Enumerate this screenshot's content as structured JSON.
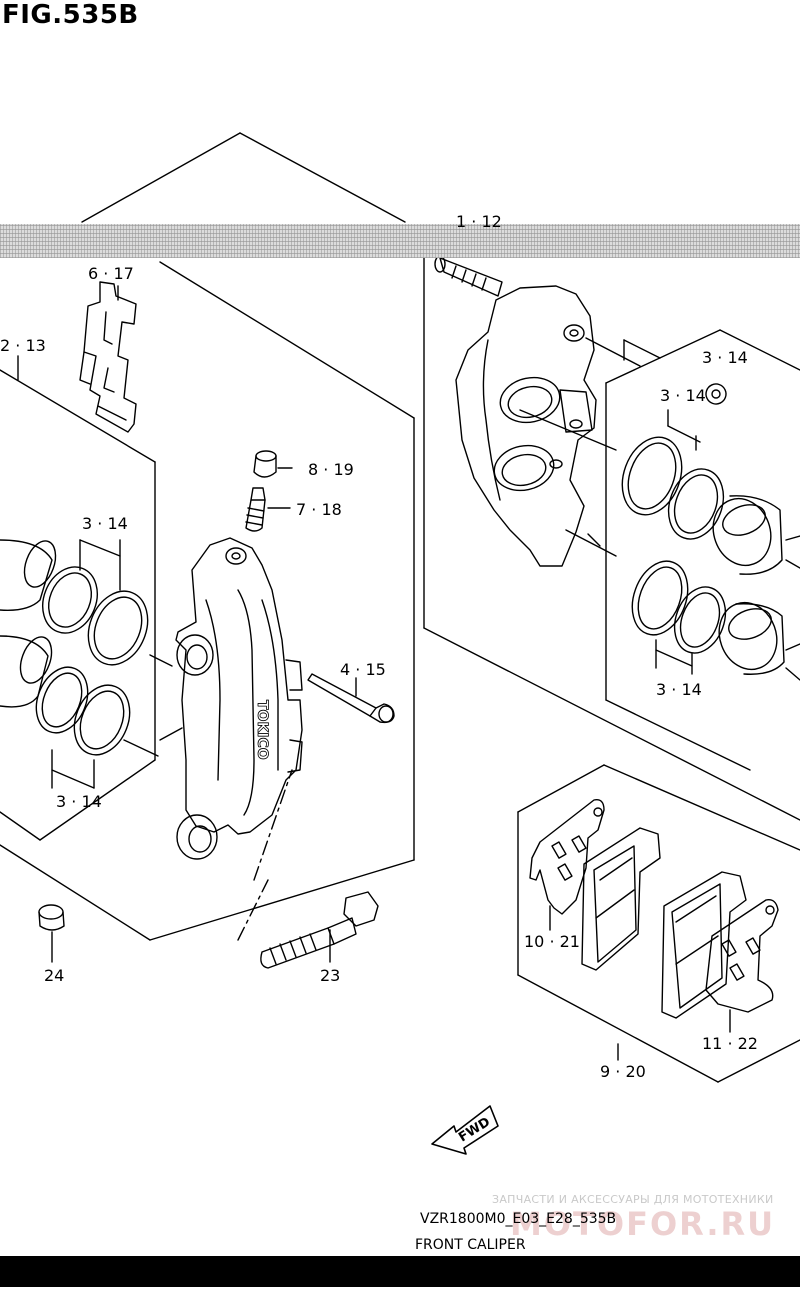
{
  "figure": {
    "title": "FIG.535B",
    "code": "VZR1800M0_E03_E28_535B",
    "name": "FRONT CALIPER"
  },
  "callouts": {
    "c_1_12": "1 · 12",
    "c_6_17": "6 · 17",
    "c_2_13": "2 · 13",
    "c_8_19": "8 · 19",
    "c_7_18": "7 · 18",
    "c_3_14_left_top": "3 · 14",
    "c_3_14_left_bottom": "3 · 14",
    "c_4_15": "4 · 15",
    "c_24": "24",
    "c_23": "23",
    "c_3_14_right_a": "3 · 14",
    "c_3_14_right_b": "3 · 14",
    "c_3_14_right_c": "3 · 14",
    "c_10_21": "10 · 21",
    "c_11_22": "11 · 22",
    "c_9_20": "9 · 20"
  },
  "fwd_arrow": "FWD",
  "caliper_brand": "TOKICO",
  "watermark": {
    "text": "ЗАПЧАСТИ И АКСЕССУАРЫ ДЛЯ МОТОТЕХНИКИ",
    "logo": "MOTOFOR.RU"
  }
}
